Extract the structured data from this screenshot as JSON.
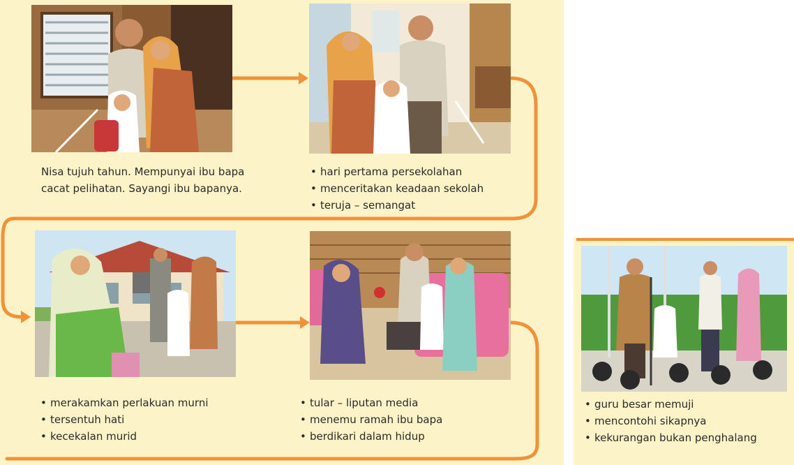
{
  "accent": "#f0923a",
  "panels": [
    {
      "id": "panel-1",
      "caption_text": [
        "Nisa tujuh tahun. Mempunyai ibu bapa",
        "cacat pelihatan. Sayangi ibu bapanya."
      ]
    },
    {
      "id": "panel-2",
      "bullets": [
        "hari pertama persekolahan",
        "menceritakan keadaan sekolah",
        "teruja – semangat"
      ]
    },
    {
      "id": "panel-3",
      "bullets": [
        "merakamkan perlakuan murni",
        "tersentuh hati",
        "kecekalan murid"
      ]
    },
    {
      "id": "panel-4",
      "bullets": [
        "tular – liputan media",
        "menemu ramah ibu bapa",
        "berdikari dalam hidup"
      ]
    },
    {
      "id": "panel-5",
      "bullets": [
        "guru besar memuji",
        "mencontohi sikapnya",
        "kekurangan bukan penghalang"
      ]
    }
  ],
  "bullet_glyph": "•",
  "icons": [
    "flow-arrow-icon"
  ]
}
